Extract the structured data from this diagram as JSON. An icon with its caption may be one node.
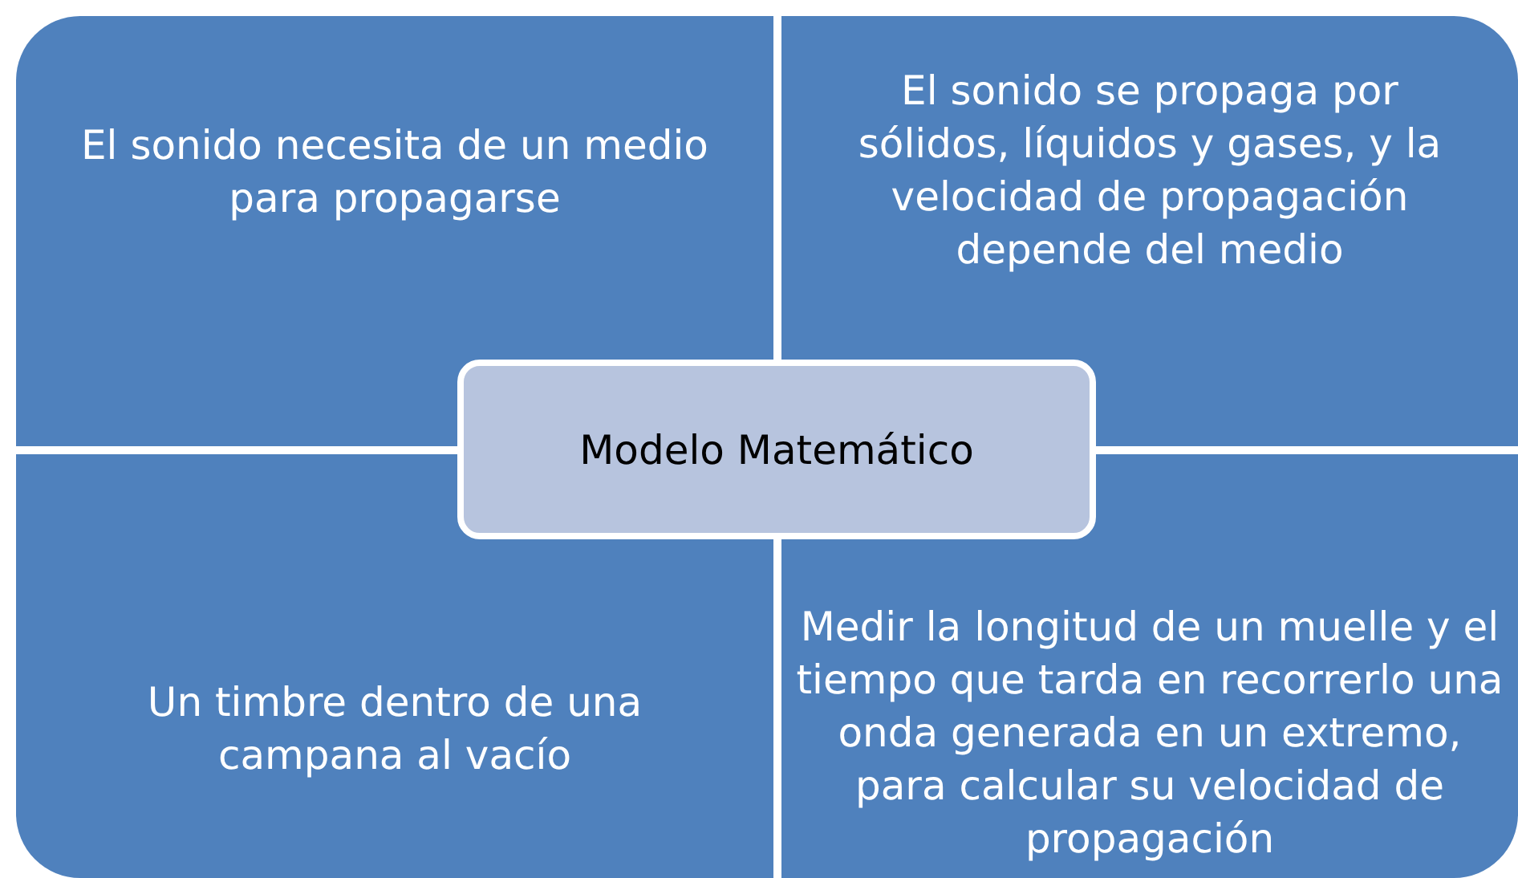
{
  "diagram": {
    "nodes": [
      {
        "text": [
          "El sonido necesita de un medio para propagarse"
        ]
      },
      {
        "text": [
          "El sonido se propaga por sólidos, líquidos y gases, y la velocidad de propagación depende del medio"
        ]
      },
      {
        "text": [
          "Un timbre dentro de una campana al vacío"
        ]
      },
      {
        "text": [
          "Medir la longitud de un muelle y el tiempo que tarda en recorrerlo una onda generada en un extremo, para calcular su velocidad de propagación"
        ]
      },
      {
        "text": [
          "Modelo Matemático"
        ]
      }
    ]
  }
}
